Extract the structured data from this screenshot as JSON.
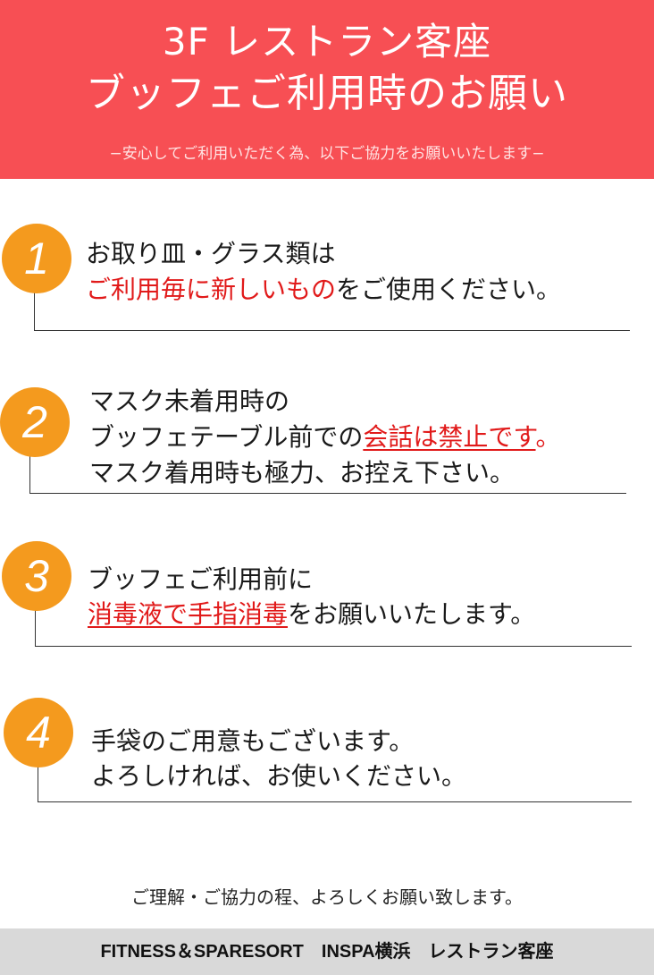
{
  "header": {
    "title_line1": "3F レストラン客座",
    "title_line2": "ブッフェご利用時のお願い",
    "subtitle": "−安心してご利用いただく為、以下ご協力をお願いいたします−"
  },
  "items": [
    {
      "number": "1",
      "line1": "お取り皿・グラス類は",
      "line2_red": "ご利用毎に新しいもの",
      "line2_rest": "をご使用ください。"
    },
    {
      "number": "2",
      "line1": "マスク未着用時の",
      "line2_pre": "ブッフェテーブル前での",
      "line2_red": "会話は禁止です",
      "line2_post": "。",
      "line3": "マスク着用時も極力、お控え下さい。"
    },
    {
      "number": "3",
      "line1": "ブッフェご利用前に",
      "line2_red": "消毒液で手指消毒",
      "line2_rest": "をお願いいたします。"
    },
    {
      "number": "4",
      "line1": "手袋のご用意もございます。",
      "line2": "よろしければ、お使いください。"
    }
  ],
  "closing": "ご理解・ご協力の程、よろしくお願い致します。",
  "footer": "FITNESS＆SPARESORT　INSPA横浜　レストラン客座",
  "colors": {
    "header_bg": "#f74f54",
    "badge": "#f49a1e",
    "emphasis": "#e11a1a",
    "footer_bg": "#d9d9d9"
  }
}
